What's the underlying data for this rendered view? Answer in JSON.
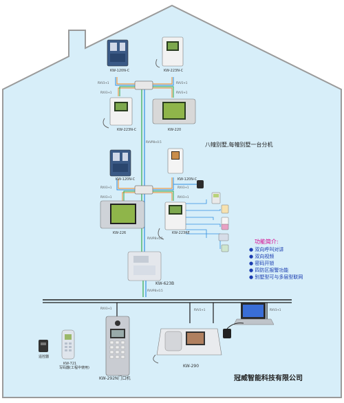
{
  "labels": {
    "top_left_device": "KW-120N-C",
    "top_right_device": "KW-223N-C",
    "second_left_device": "KW-223N-C",
    "second_right_device": "KW-220",
    "mid_left_device": "KW-120N-C",
    "mid_right_device": "KW-120N-C",
    "lower_left_device": "KW-226",
    "lower_right_device": "KW-223RE",
    "controller": "KW-623B",
    "door_station": "KW-292N门口机",
    "manager_unit": "KW-290",
    "remote": "遥控器",
    "card_reader_model": "KW-721",
    "card_reader_desc": "写码器(工程中使用)",
    "wire": "RVV3+1",
    "wire_b": "RVVP8×0.5"
  },
  "main_title": "八幢别墅,每幢别墅一台分机",
  "features": {
    "title": "功能简介:",
    "items": [
      "双向呼叫对讲",
      "双向视频",
      "密码开锁",
      "四防区报警功能",
      "别墅型可与多层型联网"
    ]
  },
  "company": "冠威智能科技有限公司",
  "colors": {
    "house_fill": "#d7eef9",
    "house_stroke": "#9a9a9a",
    "wire_green": "#2fa84a",
    "wire_blue": "#2f8fe0",
    "wire_orange": "#f08a24",
    "bus": "#1a1a1a",
    "feature_title": "#d6008c",
    "feature_item": "#1a3cb0"
  }
}
